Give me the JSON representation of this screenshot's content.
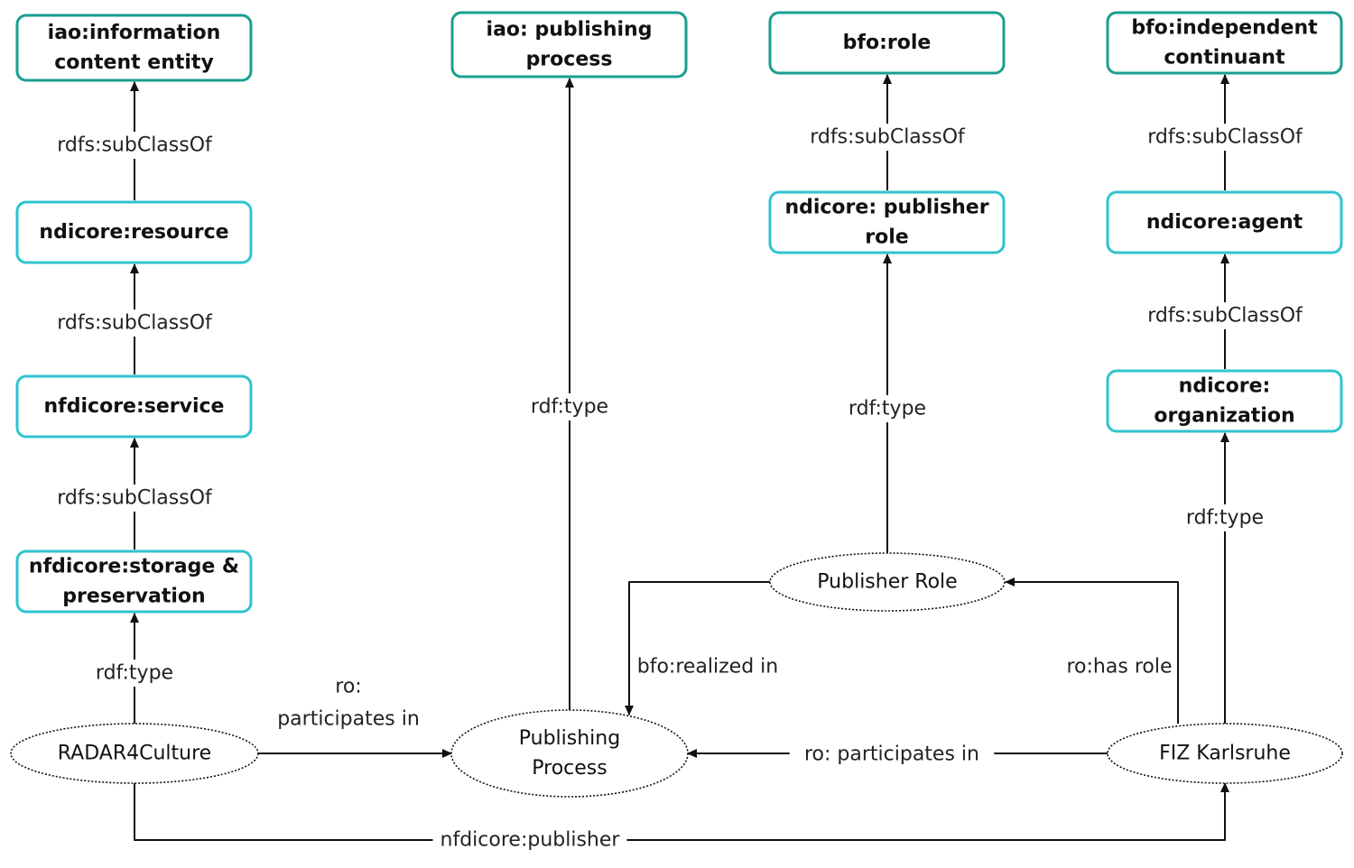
{
  "colors": {
    "upper_border": "#1a9e8f",
    "lower_border": "#2ec4cf",
    "line": "#111111"
  },
  "classes": [
    {
      "id": "iao-ice",
      "lines": [
        "iao:information",
        "content entity"
      ],
      "tier": "upper"
    },
    {
      "id": "ndicore-resource",
      "lines": [
        "ndicore:resource"
      ],
      "tier": "lower"
    },
    {
      "id": "nfdicore-service",
      "lines": [
        "nfdicore:service"
      ],
      "tier": "lower"
    },
    {
      "id": "nfdicore-storage",
      "lines": [
        "nfdicore:storage &",
        "preservation"
      ],
      "tier": "lower"
    },
    {
      "id": "iao-publishing",
      "lines": [
        "iao: publishing",
        "process"
      ],
      "tier": "upper"
    },
    {
      "id": "bfo-role",
      "lines": [
        "bfo:role"
      ],
      "tier": "upper"
    },
    {
      "id": "ndicore-publisher-role",
      "lines": [
        "ndicore: publisher",
        "role"
      ],
      "tier": "lower"
    },
    {
      "id": "bfo-ic",
      "lines": [
        "bfo:independent",
        "continuant"
      ],
      "tier": "upper"
    },
    {
      "id": "ndicore-agent",
      "lines": [
        "ndicore:agent"
      ],
      "tier": "lower"
    },
    {
      "id": "ndicore-org",
      "lines": [
        "ndicore:",
        "organization"
      ],
      "tier": "lower"
    }
  ],
  "individuals": [
    {
      "id": "radar",
      "lines": [
        "RADAR4Culture"
      ]
    },
    {
      "id": "pubproc",
      "lines": [
        "Publishing",
        "Process"
      ]
    },
    {
      "id": "pubrole",
      "lines": [
        "Publisher Role"
      ]
    },
    {
      "id": "fiz",
      "lines": [
        "FIZ Karlsruhe"
      ]
    }
  ],
  "edges": [
    {
      "id": "e1",
      "lines": [
        "rdfs:subClassOf"
      ]
    },
    {
      "id": "e2",
      "lines": [
        "rdfs:subClassOf"
      ]
    },
    {
      "id": "e3",
      "lines": [
        "rdfs:subClassOf"
      ]
    },
    {
      "id": "e4",
      "lines": [
        "rdf:type"
      ]
    },
    {
      "id": "e5",
      "lines": [
        "rdf:type"
      ]
    },
    {
      "id": "e6",
      "lines": [
        "rdfs:subClassOf"
      ]
    },
    {
      "id": "e7",
      "lines": [
        "rdf:type"
      ]
    },
    {
      "id": "e8",
      "lines": [
        "rdfs:subClassOf"
      ]
    },
    {
      "id": "e9",
      "lines": [
        "rdfs:subClassOf"
      ]
    },
    {
      "id": "e10",
      "lines": [
        "rdf:type"
      ]
    },
    {
      "id": "e11",
      "lines": [
        "ro:",
        "participates in"
      ]
    },
    {
      "id": "e12",
      "lines": [
        "ro: participates in"
      ]
    },
    {
      "id": "e13",
      "lines": [
        "bfo:realized in"
      ]
    },
    {
      "id": "e14",
      "lines": [
        "ro:has role"
      ]
    },
    {
      "id": "e15",
      "lines": [
        "nfdicore:publisher"
      ]
    }
  ]
}
